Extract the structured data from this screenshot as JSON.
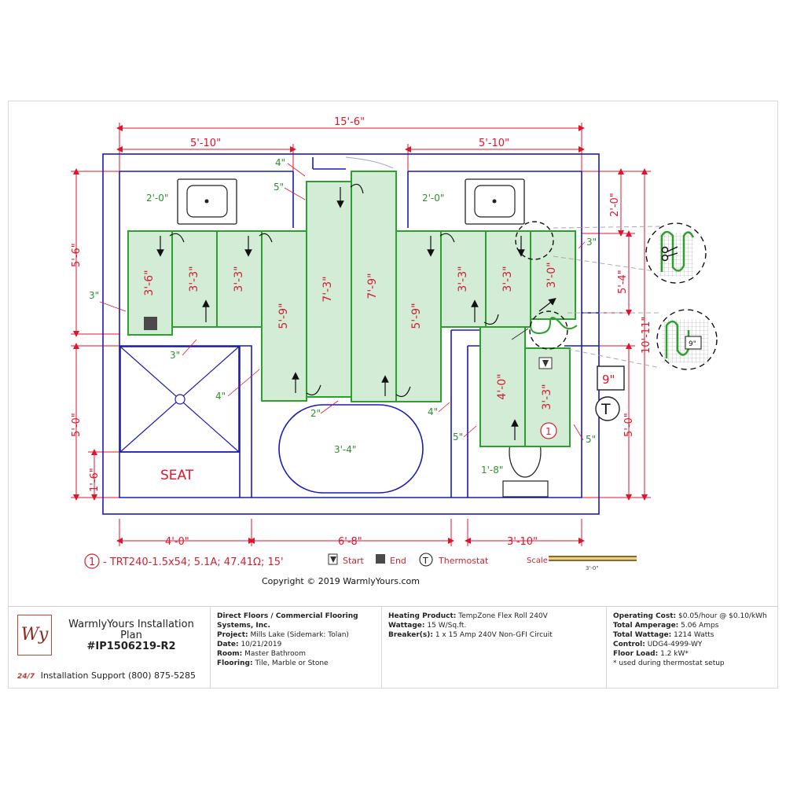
{
  "dimensions": {
    "overall_top": "15'-6\"",
    "top_left": "5'-10\"",
    "top_right": "5'-10\"",
    "bottom_left": "4'-0\"",
    "bottom_mid": "6'-8\"",
    "bottom_right": "3'-10\"",
    "left_upper": "5'-6\"",
    "left_lower": "5'-0\"",
    "left_seat": "1'-6\"",
    "right_top": "2'-0\"",
    "right_mid": "5'-4\"",
    "right_overall": "10'-11\"",
    "right_lower": "5'-0\""
  },
  "labels": {
    "offset_4in_top": "4\"",
    "offset_5in_top": "5\"",
    "vanity_left": "2'-0\"",
    "vanity_right": "2'-0\"",
    "offset_3in_left": "3\"",
    "offset_3in_shower": "3\"",
    "offset_4in_shower": "4\"",
    "offset_2in_tub": "2\"",
    "tub_width": "3'-4\"",
    "offset_4in_tub": "4\"",
    "offset_5in_wc_left": "5\"",
    "offset_5in_wc_right": "5\"",
    "toilet_clear": "1'-8\"",
    "offset_3in_right": "3\"",
    "seat": "SEAT",
    "sensor_dist": "9\"",
    "thermostat_symbol": "T",
    "inset_9in": "9\""
  },
  "runs": [
    "3'-6\"",
    "3'-3\"",
    "3'-3\"",
    "5'-9\"",
    "7'-3\"",
    "7'-9\"",
    "5'-9\"",
    "3'-3\"",
    "3'-3\"",
    "3'-0\"",
    "4'-0\"",
    "3'-3\""
  ],
  "legend": {
    "circuit_num": "1",
    "circuit_text": "- TRT240-1.5x54; 5.1A; 47.41Ω; 15'",
    "start": "Start",
    "end": "End",
    "thermostat": "Thermostat",
    "thermostat_symbol": "T",
    "scale": "Scale",
    "scale_value": "3'-0\""
  },
  "copyright": "Copyright © 2019 WarmlyYours.com",
  "titleblock": {
    "logo_text": "Wy",
    "title_line1": "WarmlyYours Installation",
    "title_line2": "Plan",
    "plan_number": "#IP1506219-R2",
    "support_badge": "24/7",
    "support_text": "Installation Support (800) 875-5285",
    "company_line1": "Direct Floors / Commercial Flooring",
    "company_line2": "Systems, Inc.",
    "project_label": "Project:",
    "project_value": "Mills Lake (Sidemark: Tolan)",
    "date_label": "Date:",
    "date_value": "10/21/2019",
    "room_label": "Room:",
    "room_value": "Master Bathroom",
    "flooring_label": "Flooring:",
    "flooring_value": "Tile, Marble or Stone",
    "heating_label": "Heating Product:",
    "heating_value": "TempZone Flex Roll 240V",
    "wattage_label": "Wattage:",
    "wattage_value": "15 W/Sq.ft.",
    "breaker_label": "Breaker(s):",
    "breaker_value": "1 x 15 Amp 240V Non-GFI Circuit",
    "cost_label": "Operating Cost:",
    "cost_value": "$0.05/hour @ $0.10/kWh",
    "amperage_label": "Total Amperage:",
    "amperage_value": "5.06 Amps",
    "total_watt_label": "Total Wattage:",
    "total_watt_value": "1214 Watts",
    "control_label": "Control:",
    "control_value": "UDG4-4999-WY",
    "load_label": "Floor Load:",
    "load_value": "1.2 kW*",
    "note": "* used during thermostat setup"
  },
  "colors": {
    "wall": "#1a1ab8",
    "dimension": "#e0142c",
    "heating_fill": "#d3ecd5",
    "heating_outline": "#2ca02c",
    "run_label": "#d02035"
  }
}
